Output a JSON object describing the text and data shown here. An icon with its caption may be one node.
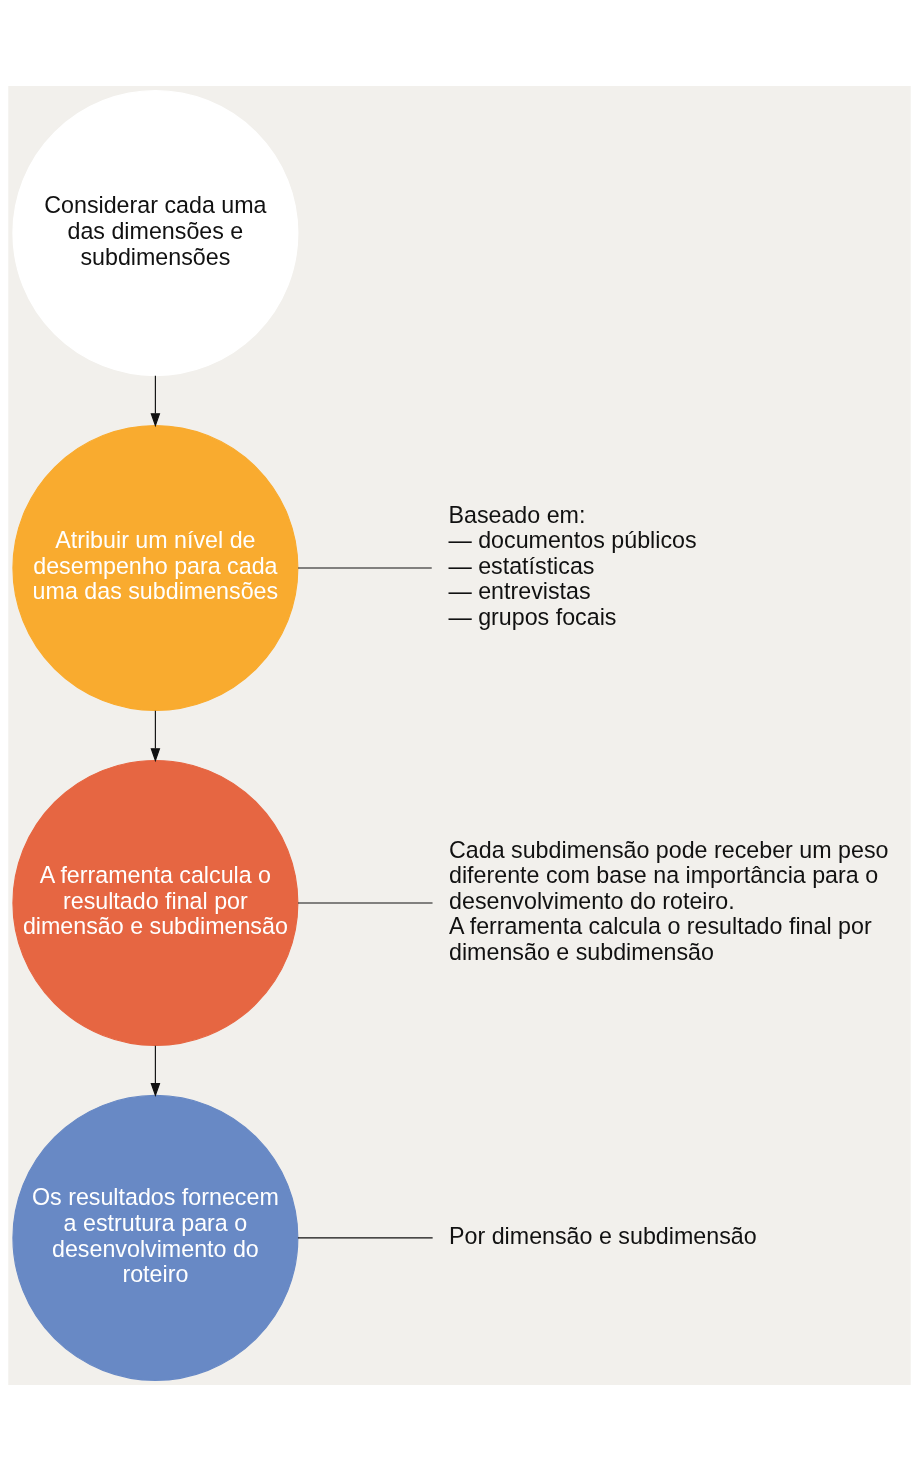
{
  "diagram": {
    "nodes": [
      {
        "text": [
          "Considerar cada uma das dimensões e subdimensões"
        ]
      },
      {
        "text": [
          "Atribuir um nível de desempenho para cada uma das subdimensões"
        ]
      },
      {
        "text": [
          "A ferramenta calcula o resultado final por dimensão e subdimensão"
        ]
      },
      {
        "text": [
          "Os resultados fornecem a estrutura para o desenvolvimento do roteiro"
        ]
      },
      {
        "text": [
          "Baseado em:",
          "— documentos públicos",
          "— estatísticas",
          "— entrevistas",
          "— grupos focais"
        ]
      },
      {
        "text": [
          "Cada subdimensão pode receber um peso diferente com base na importância para o desenvolvimento do roteiro.",
          "A ferramenta calcula o resultado final por dimensão e subdimensão"
        ]
      },
      {
        "text": [
          "Por dimensão e subdimensão"
        ]
      }
    ],
    "edges": [
      {
        "from": 0,
        "to": 1,
        "arrow": "to"
      },
      {
        "from": 1,
        "to": 2,
        "arrow": "to"
      },
      {
        "from": 2,
        "to": 3,
        "arrow": "to"
      },
      {
        "from": 1,
        "to": 4,
        "arrow": "none"
      },
      {
        "from": 2,
        "to": 5,
        "arrow": "none"
      },
      {
        "from": 3,
        "to": 6,
        "arrow": "none"
      }
    ]
  }
}
